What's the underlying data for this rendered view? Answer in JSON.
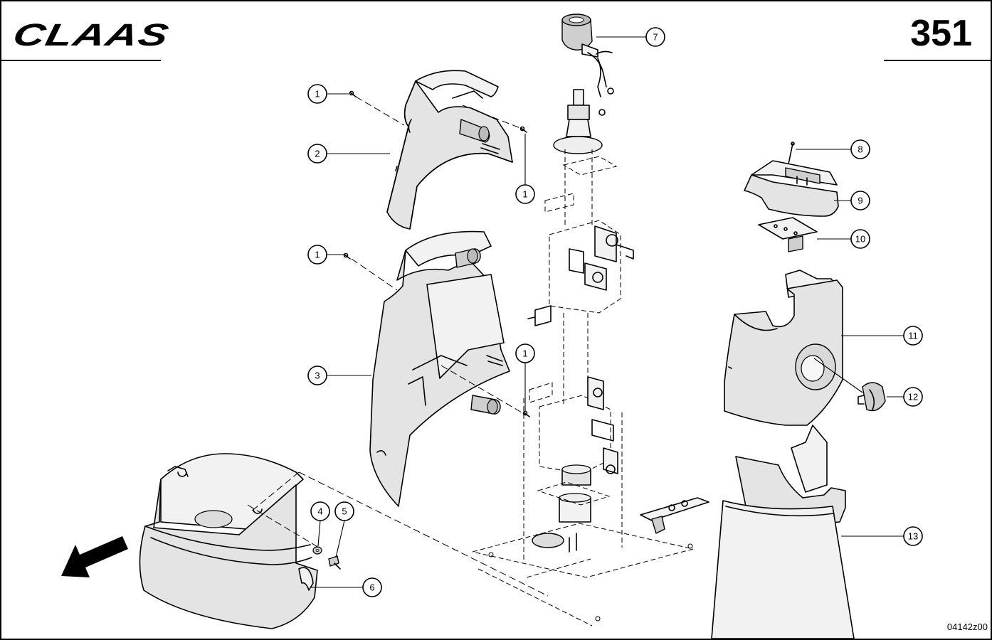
{
  "header": {
    "logo": "CLAAS",
    "page_number": "351"
  },
  "drawing_code": "04142z00",
  "callouts": [
    {
      "id": "c1a",
      "label": "1"
    },
    {
      "id": "c1b",
      "label": "1"
    },
    {
      "id": "c1c",
      "label": "1"
    },
    {
      "id": "c1d",
      "label": "1"
    },
    {
      "id": "c2",
      "label": "2"
    },
    {
      "id": "c3",
      "label": "3"
    },
    {
      "id": "c4",
      "label": "4"
    },
    {
      "id": "c5",
      "label": "5"
    },
    {
      "id": "c6",
      "label": "6"
    },
    {
      "id": "c7",
      "label": "7"
    },
    {
      "id": "c8",
      "label": "8"
    },
    {
      "id": "c9",
      "label": "9"
    },
    {
      "id": "c10",
      "label": "10"
    },
    {
      "id": "c11",
      "label": "11"
    },
    {
      "id": "c12",
      "label": "12"
    },
    {
      "id": "c13",
      "label": "13"
    }
  ],
  "icons": {
    "direction_arrow": "forward-arrow-icon"
  }
}
